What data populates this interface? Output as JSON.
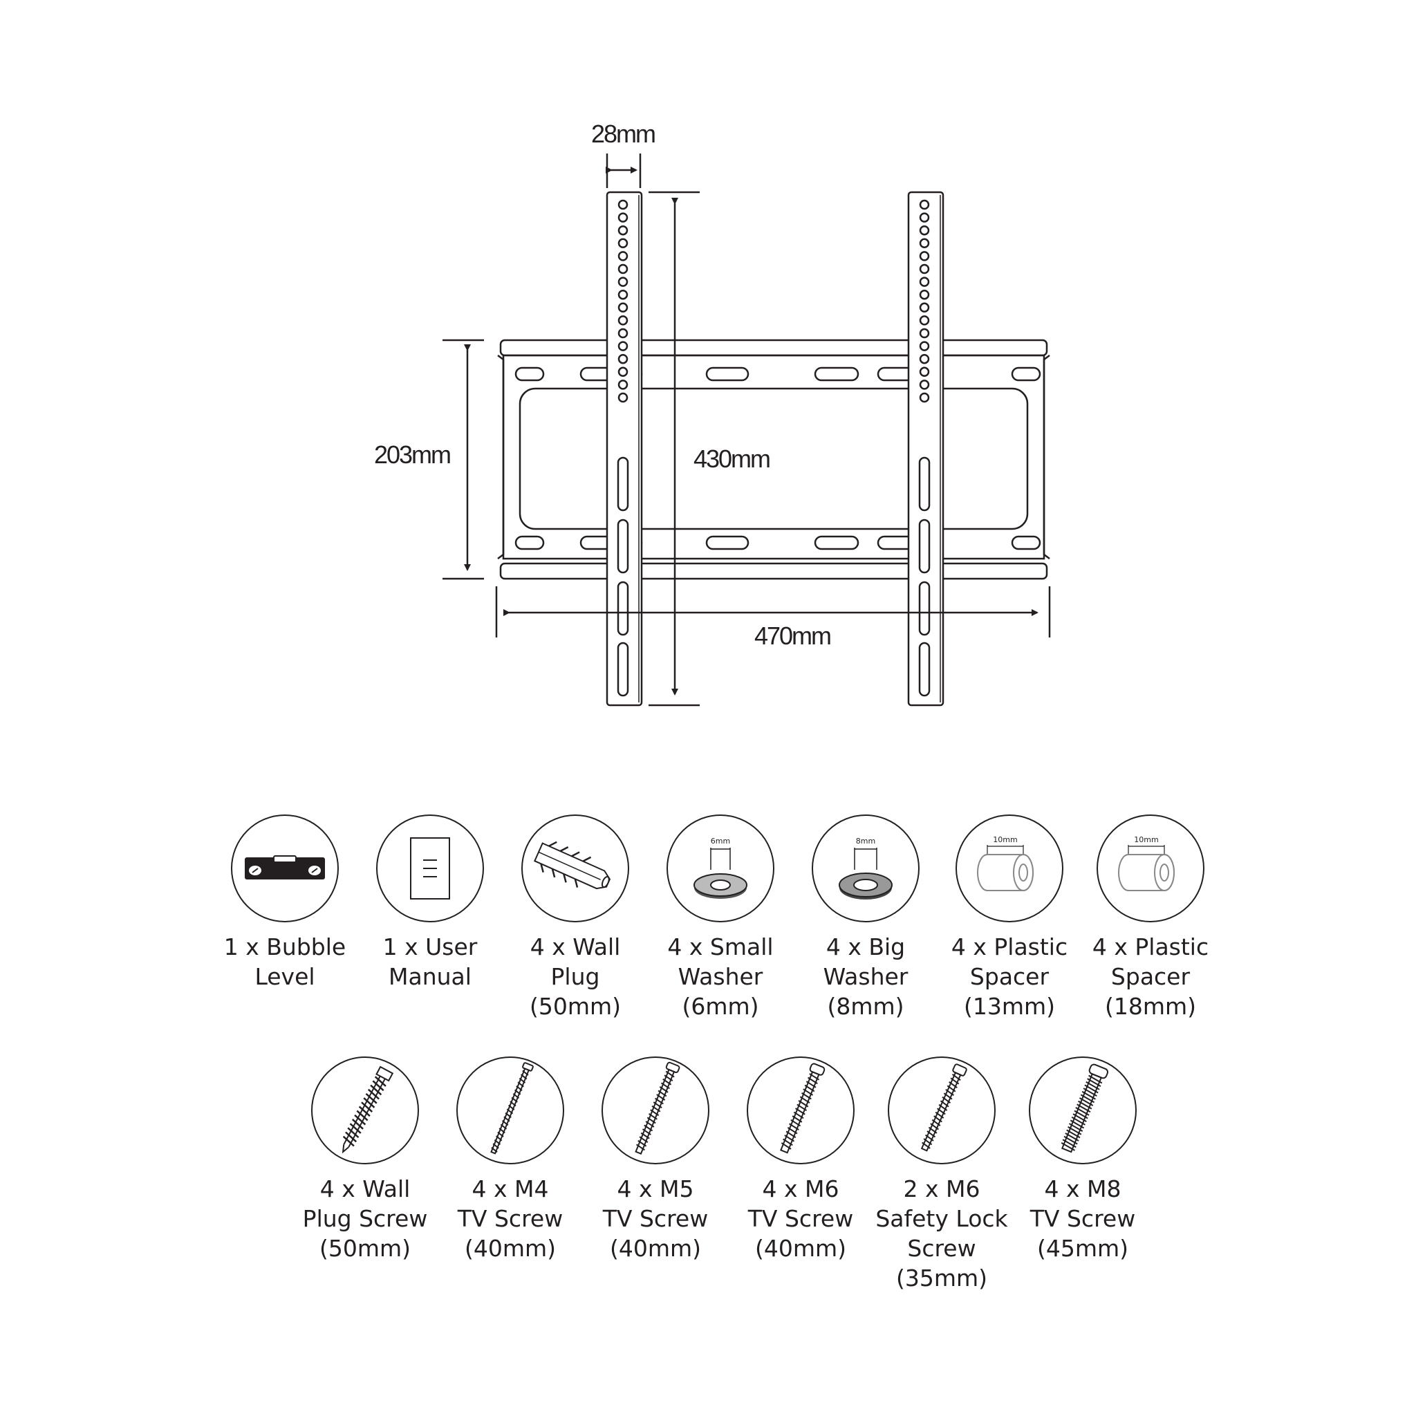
{
  "dimensions": {
    "bracket_width": "28mm",
    "frame_height": "203mm",
    "bracket_length": "430mm",
    "frame_width": "470mm"
  },
  "accessories": [
    {
      "label": "1 x Bubble\nLevel",
      "icon": "bubble-level-icon"
    },
    {
      "label": "1 x User\nManual",
      "icon": "user-manual-icon"
    },
    {
      "label": "4 x Wall\nPlug\n(50mm)",
      "icon": "wall-plug-icon"
    },
    {
      "label": "4 x Small\nWasher\n(6mm)",
      "icon": "small-washer-icon",
      "icon_text": "6mm"
    },
    {
      "label": "4 x Big\nWasher\n(8mm)",
      "icon": "big-washer-icon",
      "icon_text": "8mm"
    },
    {
      "label": "4 x Plastic\nSpacer\n(13mm)",
      "icon": "plastic-spacer-13-icon",
      "icon_text": "10mm"
    },
    {
      "label": "4 x Plastic\nSpacer\n(18mm)",
      "icon": "plastic-spacer-18-icon",
      "icon_text": "10mm"
    }
  ],
  "screws": [
    {
      "label": "4 x Wall\nPlug Screw\n(50mm)",
      "icon": "wall-plug-screw-icon"
    },
    {
      "label": "4 x M4\nTV Screw\n(40mm)",
      "icon": "m4-tv-screw-icon"
    },
    {
      "label": "4 x M5\nTV Screw\n(40mm)",
      "icon": "m5-tv-screw-icon"
    },
    {
      "label": "4 x M6\nTV Screw\n(40mm)",
      "icon": "m6-tv-screw-icon"
    },
    {
      "label": "2 x M6\nSafety Lock\nScrew\n(35mm)",
      "icon": "safety-lock-screw-icon"
    },
    {
      "label": "4 x M8\nTV Screw\n(45mm)",
      "icon": "m8-tv-screw-icon"
    }
  ]
}
